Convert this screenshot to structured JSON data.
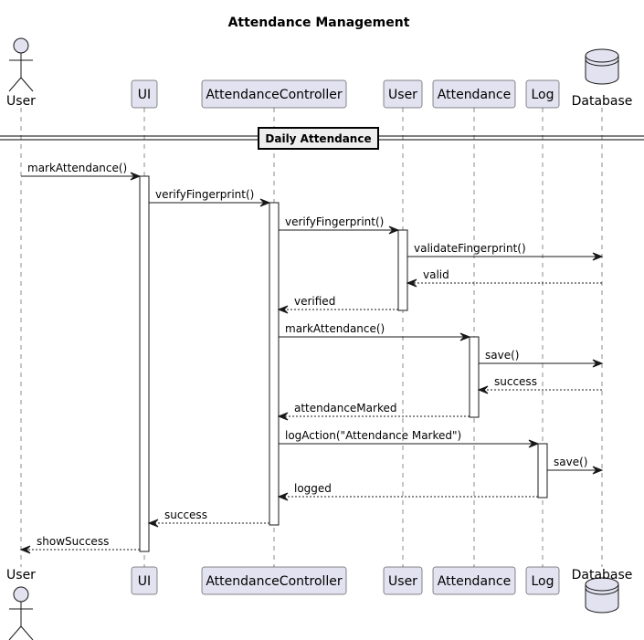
{
  "title": "Attendance Management",
  "participants": [
    {
      "id": "user",
      "label": "User",
      "kind": "actor"
    },
    {
      "id": "ui",
      "label": "UI",
      "kind": "participant"
    },
    {
      "id": "controller",
      "label": "AttendanceController",
      "kind": "participant"
    },
    {
      "id": "user_svc",
      "label": "User",
      "kind": "participant"
    },
    {
      "id": "attendance",
      "label": "Attendance",
      "kind": "participant"
    },
    {
      "id": "log",
      "label": "Log",
      "kind": "participant"
    },
    {
      "id": "database",
      "label": "Database",
      "kind": "database"
    }
  ],
  "divider": {
    "label": "Daily Attendance"
  },
  "messages": [
    {
      "from": "user",
      "to": "ui",
      "label": "markAttendance()",
      "type": "sync"
    },
    {
      "from": "ui",
      "to": "controller",
      "label": "verifyFingerprint()",
      "type": "sync"
    },
    {
      "from": "controller",
      "to": "user_svc",
      "label": "verifyFingerprint()",
      "type": "sync"
    },
    {
      "from": "user_svc",
      "to": "database",
      "label": "validateFingerprint()",
      "type": "sync"
    },
    {
      "from": "database",
      "to": "user_svc",
      "label": "valid",
      "type": "reply"
    },
    {
      "from": "user_svc",
      "to": "controller",
      "label": "verified",
      "type": "reply"
    },
    {
      "from": "controller",
      "to": "attendance",
      "label": "markAttendance()",
      "type": "sync"
    },
    {
      "from": "attendance",
      "to": "database",
      "label": "save()",
      "type": "sync"
    },
    {
      "from": "database",
      "to": "attendance",
      "label": "success",
      "type": "reply"
    },
    {
      "from": "attendance",
      "to": "controller",
      "label": "attendanceMarked",
      "type": "reply"
    },
    {
      "from": "controller",
      "to": "log",
      "label": "logAction(\"Attendance Marked\")",
      "type": "sync"
    },
    {
      "from": "log",
      "to": "database",
      "label": "save()",
      "type": "sync"
    },
    {
      "from": "log",
      "to": "controller",
      "label": "logged",
      "type": "reply"
    },
    {
      "from": "controller",
      "to": "ui",
      "label": "success",
      "type": "reply"
    },
    {
      "from": "ui",
      "to": "user",
      "label": "showSuccess",
      "type": "reply"
    }
  ]
}
